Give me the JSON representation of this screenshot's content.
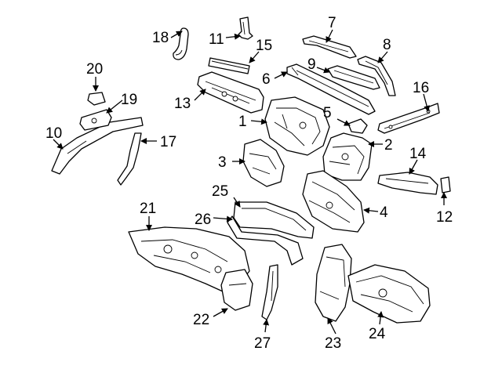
{
  "diagram": {
    "callouts": [
      {
        "id": "1",
        "label": "1"
      },
      {
        "id": "2",
        "label": "2"
      },
      {
        "id": "3",
        "label": "3"
      },
      {
        "id": "4",
        "label": "4"
      },
      {
        "id": "5",
        "label": "5"
      },
      {
        "id": "6",
        "label": "6"
      },
      {
        "id": "7",
        "label": "7"
      },
      {
        "id": "8",
        "label": "8"
      },
      {
        "id": "9",
        "label": "9"
      },
      {
        "id": "10",
        "label": "10"
      },
      {
        "id": "11",
        "label": "11"
      },
      {
        "id": "12",
        "label": "12"
      },
      {
        "id": "13",
        "label": "13"
      },
      {
        "id": "14",
        "label": "14"
      },
      {
        "id": "15",
        "label": "15"
      },
      {
        "id": "16",
        "label": "16"
      },
      {
        "id": "17",
        "label": "17"
      },
      {
        "id": "18",
        "label": "18"
      },
      {
        "id": "19",
        "label": "19"
      },
      {
        "id": "20",
        "label": "20"
      },
      {
        "id": "21",
        "label": "21"
      },
      {
        "id": "22",
        "label": "22"
      },
      {
        "id": "23",
        "label": "23"
      },
      {
        "id": "24",
        "label": "24"
      },
      {
        "id": "25",
        "label": "25"
      },
      {
        "id": "26",
        "label": "26"
      },
      {
        "id": "27",
        "label": "27"
      }
    ],
    "line_color": "#000000",
    "background_color": "#ffffff"
  }
}
